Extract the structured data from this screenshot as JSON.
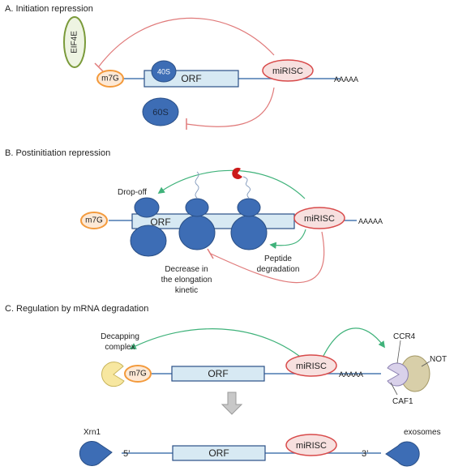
{
  "panels": {
    "a": {
      "title": "A. Initiation repression",
      "eif4e": "EIF4E",
      "m7g": "m7G",
      "ribo40": "40S",
      "orf": "ORF",
      "miRISC": "miRISC",
      "polyA": "AAAAA",
      "ribo60": "60S"
    },
    "b": {
      "title": "B. Postinitiation repression",
      "dropoff": "Drop-off",
      "m7g": "m7G",
      "orf": "ORF",
      "miRISC": "miRISC",
      "polyA": "AAAAA",
      "decrease1": "Decrease in",
      "decrease2": "the elongation",
      "decrease3": "kinetic",
      "peptide1": "Peptide",
      "peptide2": "degradation"
    },
    "c": {
      "title": "C. Regulation by mRNA degradation",
      "decap1": "Decapping",
      "decap2": "complex",
      "m7g": "m7G",
      "orf": "ORF",
      "miRISC": "miRISC",
      "polyA": "AAAAA",
      "ccr4": "CCR4",
      "not": "NOT",
      "caf1": "CAF1",
      "xrn1": "Xrn1",
      "five": "5’",
      "orf2": "ORF",
      "miRISC2": "miRISC",
      "three": "3’",
      "exosomes": "exosomes"
    }
  },
  "colors": {
    "blue": "#3d6db5",
    "blueStroke": "#2a4f86",
    "orfFill": "#d7e9f3",
    "orange": "#f39a3c",
    "red": "#d84a4a",
    "green": "#3fb27a",
    "yellow": "#f7e7a0",
    "lavender": "#d9d1ea",
    "khaki": "#d8cfa9",
    "eifGreen": "#7a9a3a"
  }
}
